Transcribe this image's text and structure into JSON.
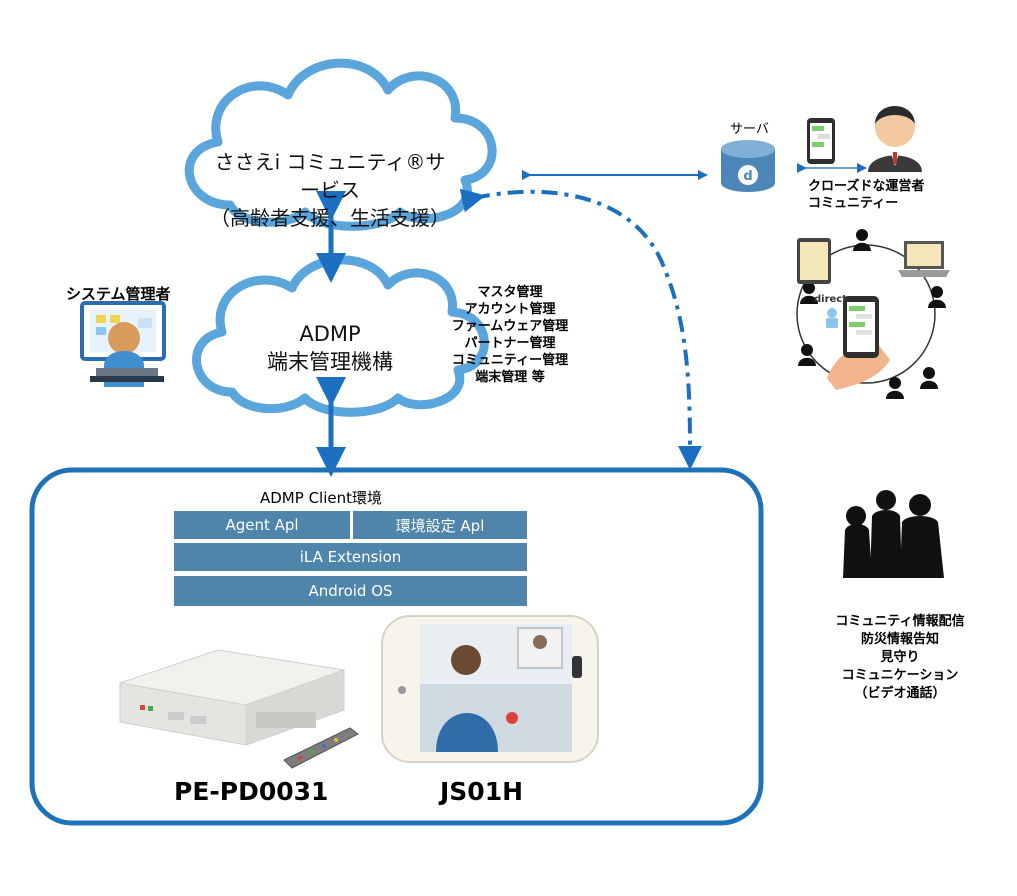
{
  "cloud_top": {
    "line1": "ささえi コミュニティ®サービス",
    "line2": "（高齢者支援、生活支援）"
  },
  "cloud_admp": {
    "line1": "ADMP",
    "line2": "端末管理機構"
  },
  "sysadmin_label": "システム管理者",
  "admin_functions": [
    "マスタ管理",
    "アカウント管理",
    "ファームウェア管理",
    "パートナー管理",
    "コミュニティー管理",
    "端末管理 等"
  ],
  "server_label": "サーバ",
  "operator_label": [
    "クローズドな運営者",
    "コミュニティー"
  ],
  "direct_label": "direct",
  "client_env": {
    "title": "ADMP Client環境",
    "layers": {
      "agent": "Agent Apl",
      "settings": "環境設定 Apl",
      "extension": "iLA Extension",
      "os": "Android OS"
    }
  },
  "devices": {
    "stb_label": "PE-PD0031",
    "tablet_label": "JS01H"
  },
  "services": [
    "コミュニティ情報配信",
    "防災情報告知",
    "見守り",
    "コミュニケーション",
    "（ビデオ通話）"
  ],
  "colors": {
    "cloud_stroke": "#5aa5dc",
    "arrow": "#1a6fc0",
    "container": "#1f72b8",
    "layer": "#4f85ab"
  }
}
